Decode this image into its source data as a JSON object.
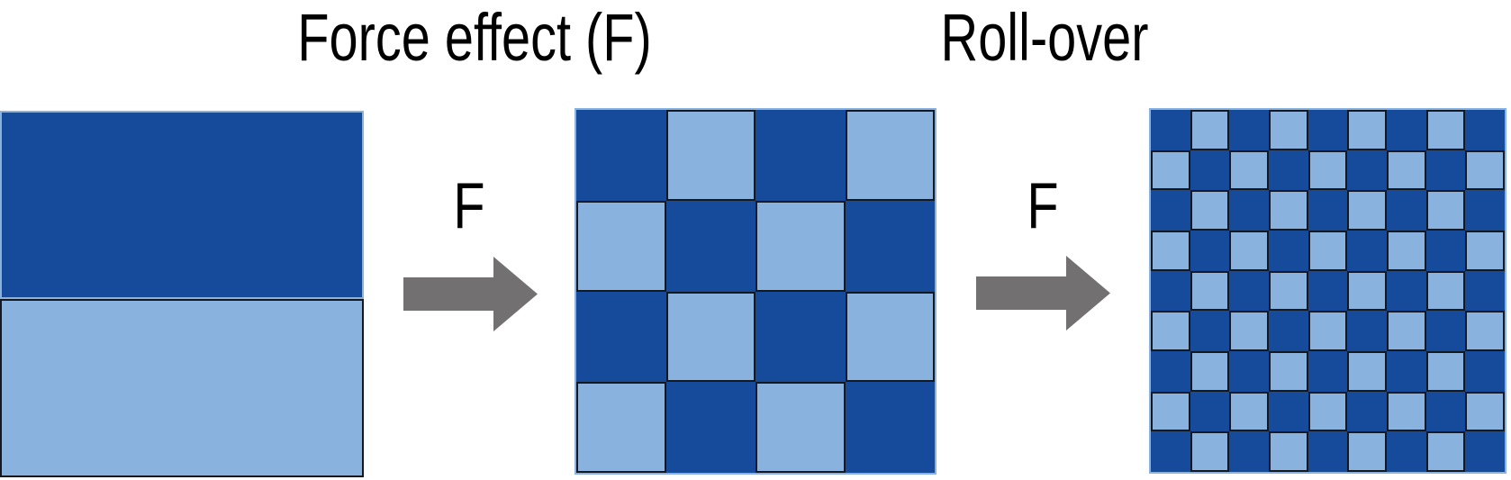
{
  "titles": [
    {
      "label": "Force effect (F)"
    },
    {
      "label": "Roll-over"
    }
  ],
  "arrows": [
    {
      "label": "F",
      "icon": "right-block-arrow-icon"
    },
    {
      "label": "F",
      "icon": "right-block-arrow-icon"
    }
  ],
  "stages": [
    {
      "name": "initial-two-layer-square",
      "type": "split-halves",
      "layers": [
        "dark",
        "light"
      ]
    },
    {
      "name": "force-effect-grid",
      "type": "checkerboard",
      "rows": 4,
      "cols": 4,
      "top_left": "dark"
    },
    {
      "name": "roll-over-grid",
      "type": "checkerboard",
      "rows": 9,
      "cols": 9,
      "top_left": "dark"
    }
  ],
  "grids": [
    {
      "name": "force-effect-grid",
      "rows": 4,
      "cols": 4,
      "start": "dark"
    },
    {
      "name": "roll-over-grid",
      "rows": 9,
      "cols": 9,
      "start": "dark"
    }
  ],
  "colors": {
    "dark_blue": "#164A9B",
    "light_blue": "#89B2DF",
    "arrow_gray": "#727070",
    "cell_border": "#141821",
    "text_color": "#000000"
  }
}
